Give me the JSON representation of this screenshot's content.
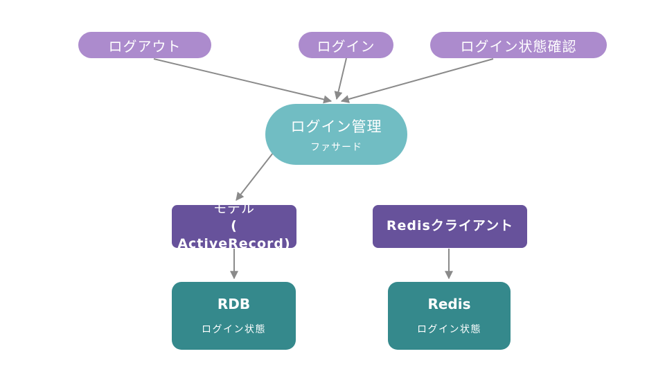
{
  "diagram": {
    "top_pills": [
      {
        "label": "ログアウト"
      },
      {
        "label": "ログイン"
      },
      {
        "label": "ログイン状態確認"
      }
    ],
    "facade": {
      "title": "ログイン管理",
      "subtitle": "ファサード"
    },
    "middle_boxes": {
      "model": {
        "line1": "モデル",
        "line2": "( ActiveRecord)"
      },
      "redis_client": {
        "label": "Redisクライアント"
      }
    },
    "datastores": [
      {
        "title": "RDB",
        "subtitle": "ログイン状態"
      },
      {
        "title": "Redis",
        "subtitle": "ログイン状態"
      }
    ],
    "colors": {
      "pill": "#AC8BCD",
      "facade": "#71BDC3",
      "client": "#67529B",
      "datastore": "#35898C",
      "arrow": "#8A8A8A",
      "text": "#FFFFFF"
    }
  }
}
